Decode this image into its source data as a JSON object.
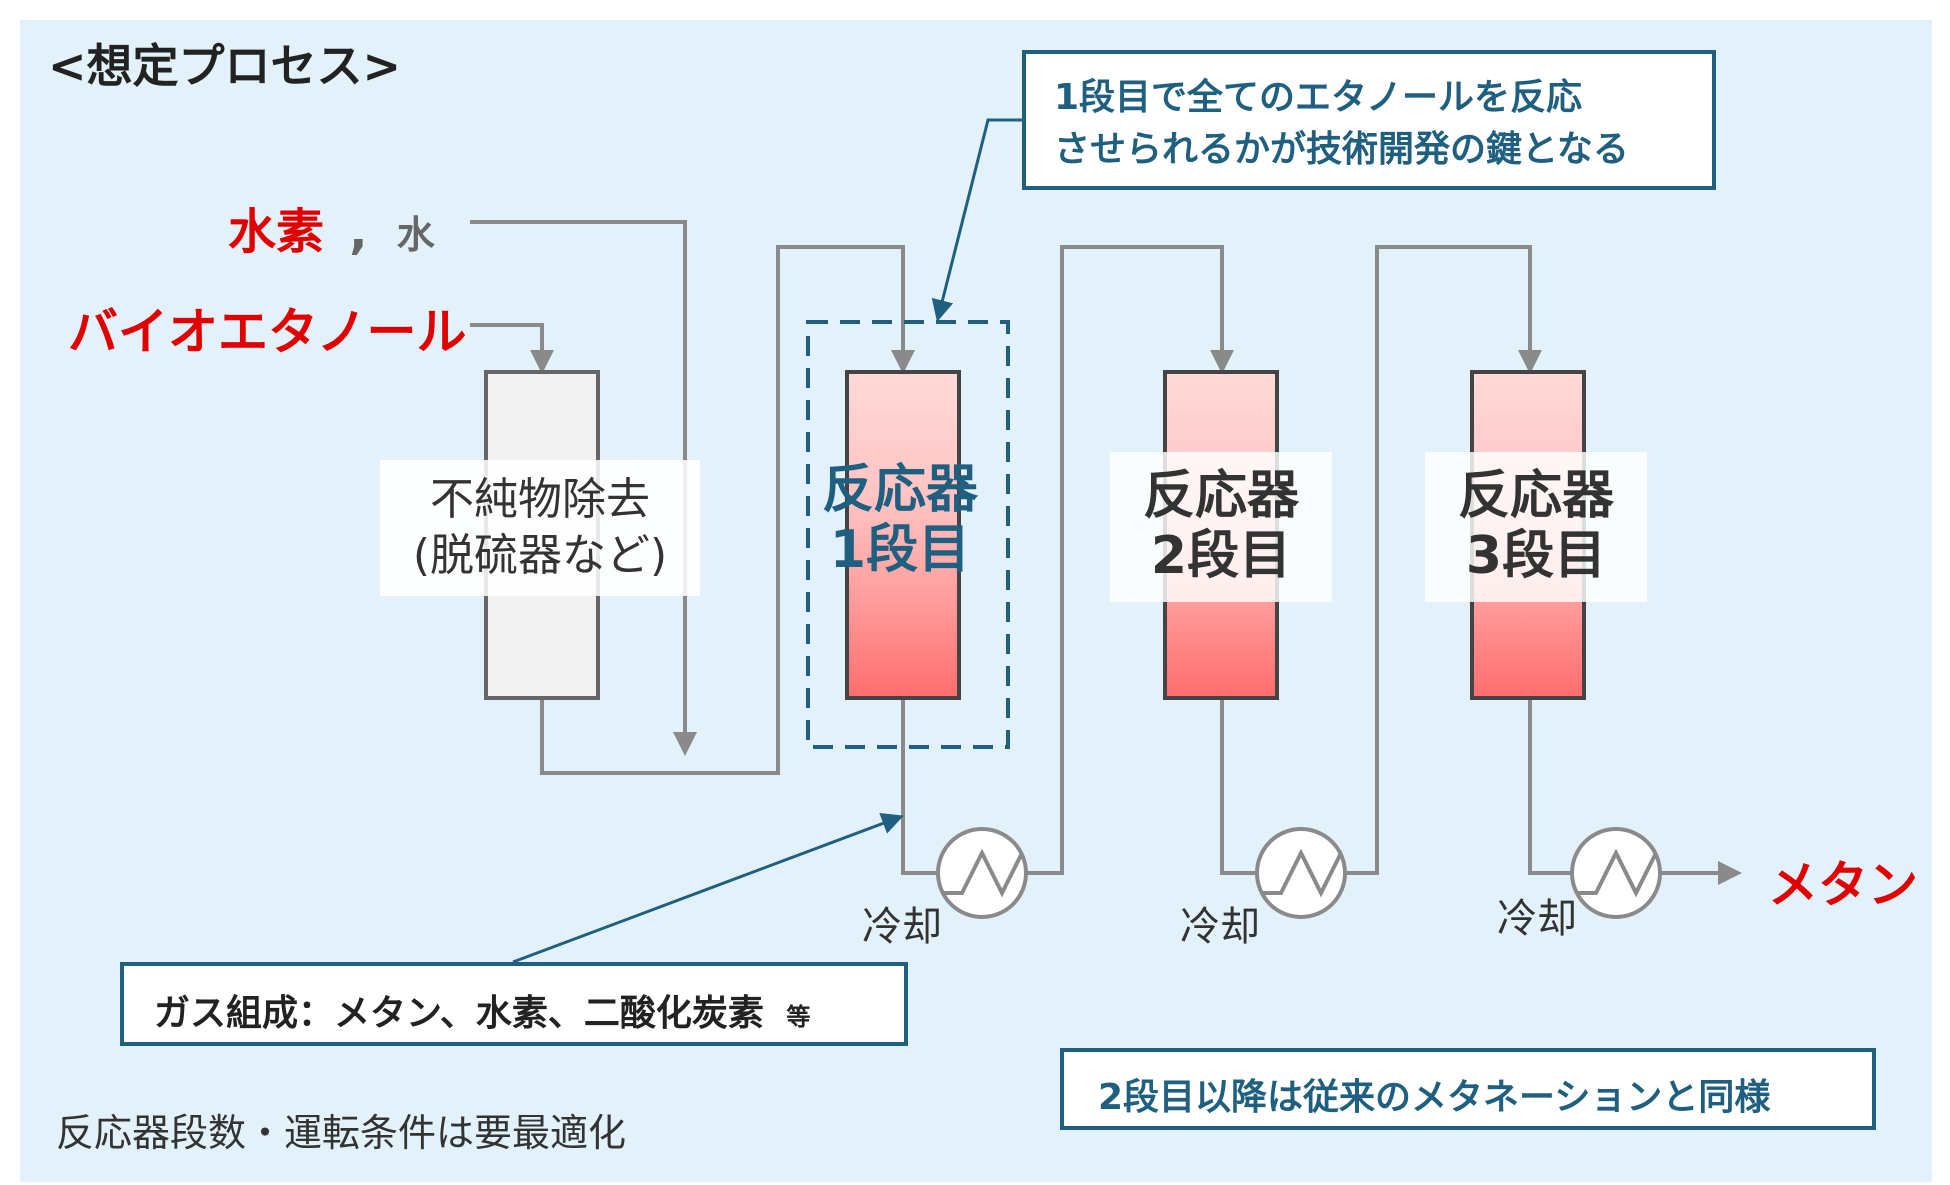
{
  "title": "<想定プロセス>",
  "inputs": {
    "hydrogen": "水素",
    "comma": ",",
    "water": "水",
    "bioethanol": "バイオエタノール"
  },
  "purifier": {
    "line1": "不純物除去",
    "line2": "(脱硫器など)"
  },
  "reactors": [
    {
      "name": "反応器",
      "stage": "1段目"
    },
    {
      "name": "反応器",
      "stage": "2段目"
    },
    {
      "name": "反応器",
      "stage": "3段目"
    }
  ],
  "cooling_label": "冷却",
  "output": "メタン",
  "callouts": {
    "top_line1": "1段目で全てのエタノールを反応",
    "top_line2": "させられるかが技術開発の鍵となる",
    "gas_main": "ガス組成：メタン、水素、二酸化炭素",
    "gas_suffix": "等",
    "later_stages": "2段目以降は従来のメタネーションと同様"
  },
  "footnote": "反応器段数・運転条件は要最適化",
  "colors": {
    "background": "#e3f1fa",
    "accent_red": "#e00000",
    "accent_blue": "#1f5f80",
    "line_gray": "#8a8a8a"
  }
}
